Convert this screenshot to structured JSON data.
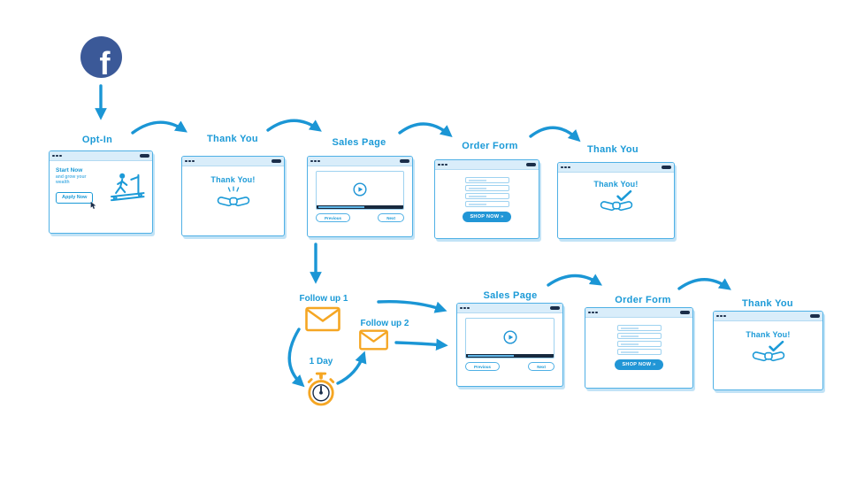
{
  "colors": {
    "accent": "#1b9ad7",
    "arrow": "#1b96d5",
    "orange": "#f5a623",
    "facebook_blue": "#3b5998",
    "navy": "#1b2e4a",
    "window_border": "#4fb0e5",
    "titlebar_bg": "#d9edfa"
  },
  "facebook": {
    "letter": "f"
  },
  "windows": {
    "optin": {
      "label": "Opt-In",
      "headline": "Start Now",
      "subheadline": "and grow your wealth",
      "cta": "Apply Now"
    },
    "thankyou_top": {
      "label": "Thank You",
      "message": "Thank You!"
    },
    "sales_top": {
      "label": "Sales Page",
      "prev": "Previous",
      "next": "Next"
    },
    "order_top": {
      "label": "Order Form",
      "cta": "SHOP NOW »"
    },
    "thankyou_top2": {
      "label": "Thank You",
      "message": "Thank You!"
    },
    "sales_bottom": {
      "label": "Sales Page",
      "prev": "Previous",
      "next": "Next"
    },
    "order_bottom": {
      "label": "Order Form",
      "cta": "SHOP NOW »"
    },
    "thankyou_bottom": {
      "label": "Thank You",
      "message": "Thank You!"
    }
  },
  "followup": {
    "fu1": "Follow up 1",
    "fu2": "Follow up 2",
    "delay": "1 Day"
  }
}
